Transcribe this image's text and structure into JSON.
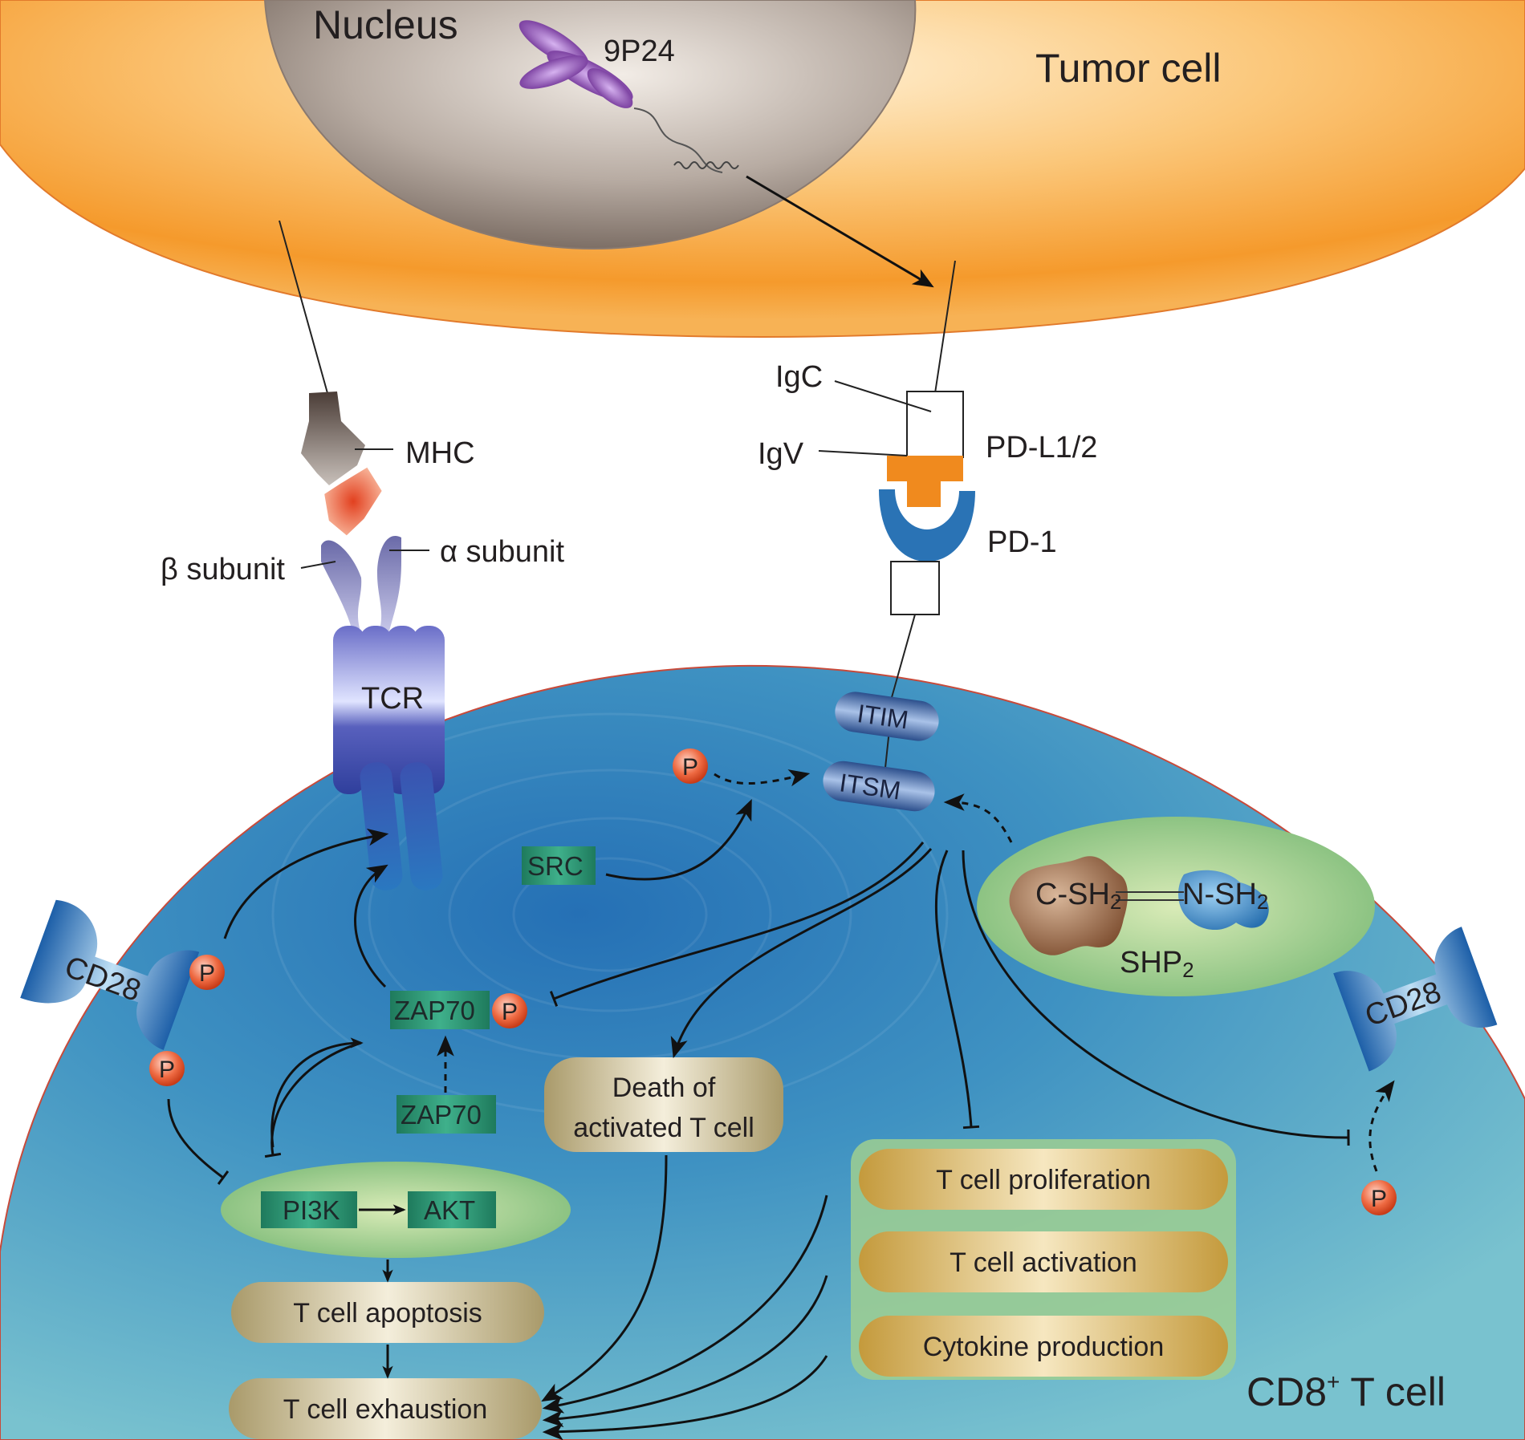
{
  "cells": {
    "nucleus": "Nucleus",
    "tumor_cell": "Tumor cell",
    "t_cell_prefix": "CD8",
    "t_cell_sup": "+",
    "t_cell_suffix": " T cell",
    "gene": "9P24"
  },
  "receptors": {
    "mhc": "MHC",
    "beta": "β subunit",
    "alpha": "α subunit",
    "tcr": "TCR",
    "igc": "IgC",
    "igv": "IgV",
    "pdl": "PD-L1/2",
    "pd1": "PD-1",
    "itim": "ITIM",
    "itsm": "ITSM",
    "cd28_left": "CD28",
    "cd28_right": "CD28"
  },
  "molecules": {
    "src": "SRC",
    "zap70_p": "ZAP70",
    "zap70": "ZAP70",
    "pi3k": "PI3K",
    "akt": "AKT",
    "csh2_main": "C-SH",
    "csh2_sub": "2",
    "nsh2_main": "N-SH",
    "nsh2_sub": "2",
    "shp2_main": "SHP",
    "shp2_sub": "2",
    "phospho": "P"
  },
  "outcomes": {
    "death_line1": "Death of",
    "death_line2": "activated T cell",
    "apoptosis": "T cell apoptosis",
    "exhaustion": "T cell exhaustion",
    "proliferation": "T cell proliferation",
    "activation": "T cell activation",
    "cytokine": "Cytokine production"
  },
  "colors": {
    "tumor_outer": "#fbd38d",
    "tumor_inner": "#f7a13c",
    "nucleus": "#9a8a80",
    "tcell_center": "#2a78b8",
    "tcell_edge": "#6cb9cc",
    "green_box": "#1f8a6a",
    "outcome_box": "#c9b98a",
    "phospho": "#e8552e",
    "pdl_orange": "#f08a1e",
    "pd1_blue": "#2a73b5"
  }
}
